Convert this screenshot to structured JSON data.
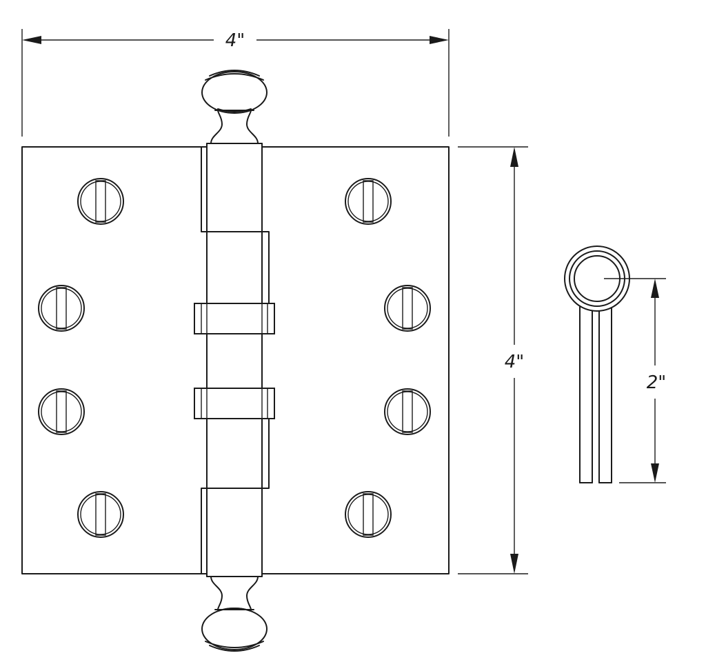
{
  "dimensions": {
    "width_label": "4\"",
    "height_label": "4\"",
    "profile_label": "2\""
  },
  "colors": {
    "line": "#1a1a1a",
    "background": "#ffffff"
  }
}
